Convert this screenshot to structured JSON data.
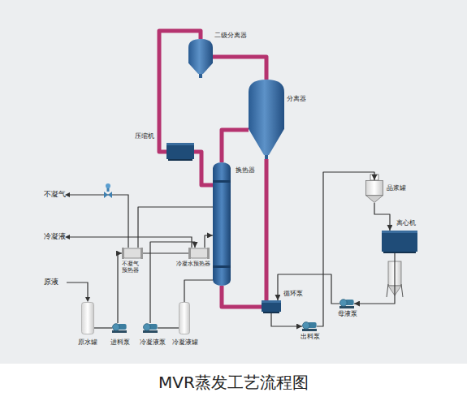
{
  "diagram": {
    "caption": "MVR蒸发工艺流程图",
    "nodes": [
      {
        "text": [
          "二级分离器"
        ]
      },
      {
        "text": [
          "分离器"
        ]
      },
      {
        "text": [
          "压缩机"
        ]
      },
      {
        "text": [
          "换热器"
        ]
      },
      {
        "text": [
          "晶浆罐"
        ]
      },
      {
        "text": [
          "离心机"
        ]
      },
      {
        "text": [
          "不凝气预热器"
        ]
      },
      {
        "text": [
          "冷凝水预热器"
        ]
      },
      {
        "text": [
          "循环泵"
        ]
      },
      {
        "text": [
          "母液泵"
        ]
      },
      {
        "text": [
          "出料泵"
        ]
      },
      {
        "text": [
          "原水罐"
        ]
      },
      {
        "text": [
          "进料泵"
        ]
      },
      {
        "text": [
          "冷凝液泵"
        ]
      },
      {
        "text": [
          "冷凝液罐"
        ]
      }
    ],
    "edges": [
      {
        "from": 0,
        "to": 2,
        "arrow": "none"
      },
      {
        "from": 1,
        "to": 0,
        "arrow": "none"
      },
      {
        "from": 2,
        "to": 3,
        "arrow": "none"
      },
      {
        "from": 3,
        "to": 1,
        "arrow": "none"
      },
      {
        "from": 1,
        "to": 8,
        "arrow": "none"
      },
      {
        "from": 8,
        "to": 3,
        "arrow": "none"
      },
      {
        "from": 8,
        "to": 10,
        "arrow": "to"
      },
      {
        "from": 10,
        "to": 4,
        "arrow": "to"
      },
      {
        "from": 4,
        "to": 5,
        "arrow": "to"
      },
      {
        "from": 5,
        "to": 9,
        "arrow": "to"
      },
      {
        "from": 9,
        "to": 8,
        "arrow": "to"
      },
      {
        "from": 11,
        "to": 12,
        "arrow": "none"
      },
      {
        "from": 12,
        "to": 6,
        "arrow": "to"
      },
      {
        "from": 6,
        "to": 7,
        "arrow": "none"
      },
      {
        "from": 7,
        "to": 3,
        "arrow": "to"
      },
      {
        "from": 3,
        "to": 14,
        "arrow": "none"
      },
      {
        "from": 14,
        "to": 13,
        "arrow": "none"
      },
      {
        "from": 13,
        "to": 7,
        "arrow": "to"
      },
      {
        "from": 3,
        "to": 6,
        "arrow": "none"
      }
    ],
    "labels": [
      "不凝气",
      "冷凝液",
      "原液"
    ]
  }
}
